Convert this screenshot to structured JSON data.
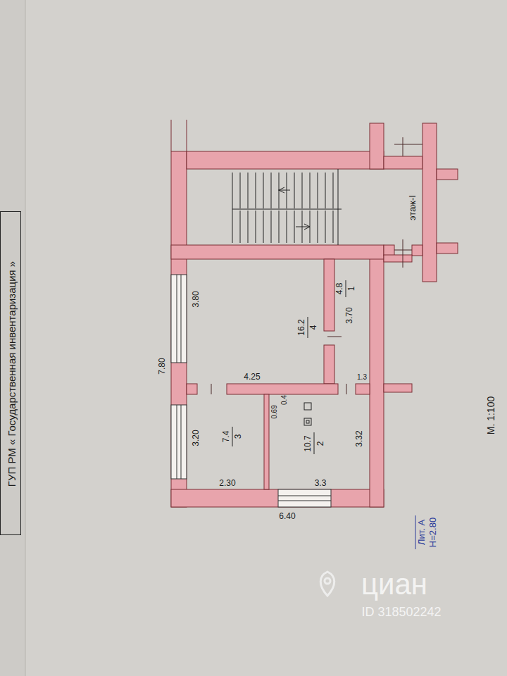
{
  "diagram": {
    "nodes": [
      {
        "text": [
          "ГУП РМ « Государственная инвентаризация »"
        ]
      },
      {
        "text": [
          "этаж-I"
        ]
      },
      {
        "text": [
          "4",
          "16.2",
          "3.80",
          "4.25"
        ]
      },
      {
        "text": [
          "1",
          "4.8",
          "3.70"
        ]
      },
      {
        "text": [
          "3",
          "7.4",
          "3.20",
          "2.30"
        ]
      },
      {
        "text": [
          "2",
          "10.7",
          "3.32",
          "3.3",
          "0.69",
          "0.4"
        ]
      }
    ],
    "labels": [
      "М. 1:100",
      "1.3",
      "7.80",
      "6.40",
      "Лит. А",
      "H=2.80",
      "циан",
      "ID 318502242"
    ]
  }
}
